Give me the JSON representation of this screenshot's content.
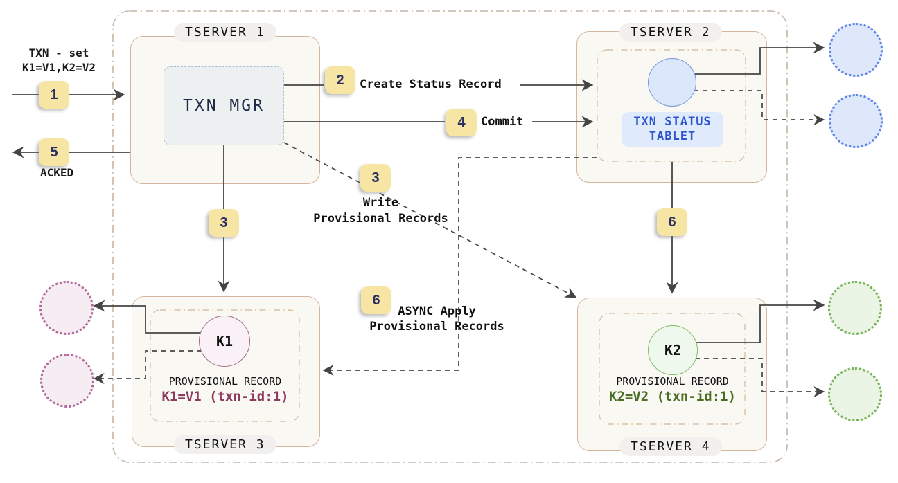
{
  "client": {
    "request_line1": "TXN - set",
    "request_line2": "K1=V1,K2=V2",
    "ack_label": "ACKED"
  },
  "badges": {
    "b1": "1",
    "b2": "2",
    "b3": "3",
    "b4": "4",
    "b5": "5",
    "b6": "6"
  },
  "edge_labels": {
    "create_status": "Create Status Record",
    "commit": "Commit",
    "write_provisional_line1": "Write",
    "write_provisional_line2": "Provisional Records",
    "async_apply_line1": "ASYNC Apply",
    "async_apply_line2": "Provisional Records"
  },
  "servers": {
    "tserver1": {
      "name": "TSERVER 1",
      "component": "TXN MGR"
    },
    "tserver2": {
      "name": "TSERVER 2",
      "component_line1": "TXN STATUS",
      "component_line2": "TABLET"
    },
    "tserver3": {
      "name": "TSERVER 3",
      "key": "K1",
      "record_title": "PROVISIONAL RECORD",
      "record_value": "K1=V1 (txn-id:1)"
    },
    "tserver4": {
      "name": "TSERVER 4",
      "key": "K2",
      "record_title": "PROVISIONAL RECORD",
      "record_value": "K2=V2 (txn-id:1)"
    }
  },
  "colors": {
    "badge_fill": "#f7e6a3",
    "badge_text": "#2b2e63",
    "server_border": "#d2b69e",
    "server_fill": "#faf8f3",
    "txn_mgr_border": "#a7bfd4",
    "status_blue": "#2e55cd",
    "k1_maroon": "#8c3a60",
    "k2_green": "#4a6e21",
    "replica_blue": "#5b82e8",
    "replica_pink": "#b0689a",
    "replica_green": "#74b153",
    "arrow": "#454545"
  }
}
